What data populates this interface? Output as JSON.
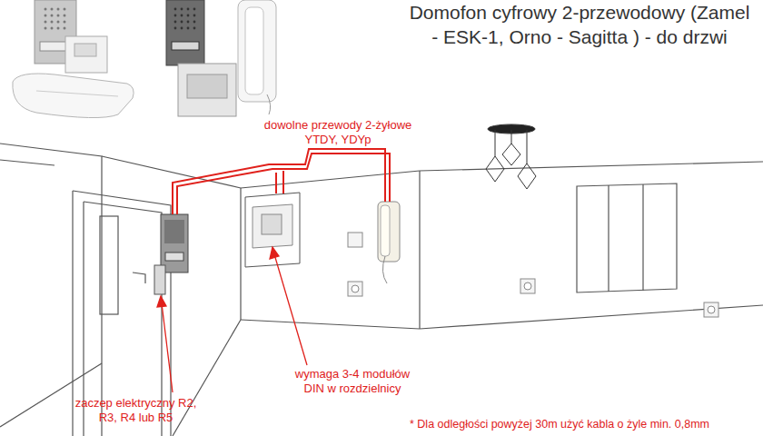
{
  "diagram": {
    "title": "Domofon cyfrowy 2-przewodowy (Zamel - ESK-1, Orno - Sagitta ) - do drzwi",
    "labels": [
      "dowolne przewody 2-żyłowe YTDY, YDYp",
      "wymaga 3-4 modułów DIN w rozdzielnicy",
      "zaczep elektryczny R2, R3, R4 lub R5",
      "* Dla odległości powyżej 30m użyć kabla o żyle min. 0,8mm"
    ]
  }
}
